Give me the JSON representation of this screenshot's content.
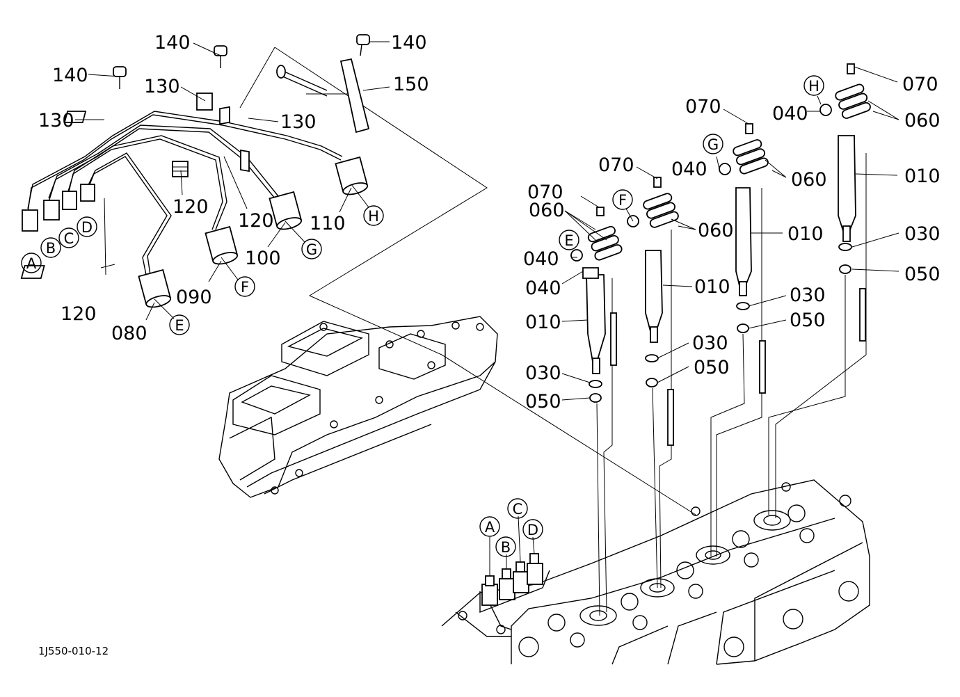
{
  "diagram": {
    "code": "1J550-010-12",
    "part_labels": [
      {
        "id": "p140a",
        "text": "140"
      },
      {
        "id": "p140b",
        "text": "140"
      },
      {
        "id": "p140c",
        "text": "140"
      },
      {
        "id": "p150",
        "text": "150"
      },
      {
        "id": "p130a",
        "text": "130"
      },
      {
        "id": "p130b",
        "text": "130"
      },
      {
        "id": "p130c",
        "text": "130"
      },
      {
        "id": "p120a",
        "text": "120"
      },
      {
        "id": "p120b",
        "text": "120"
      },
      {
        "id": "p120c",
        "text": "120"
      },
      {
        "id": "p110",
        "text": "110"
      },
      {
        "id": "p100",
        "text": "100"
      },
      {
        "id": "p090",
        "text": "090"
      },
      {
        "id": "p080",
        "text": "080"
      },
      {
        "id": "p070a",
        "text": "070"
      },
      {
        "id": "p070b",
        "text": "070"
      },
      {
        "id": "p070c",
        "text": "070"
      },
      {
        "id": "p070d",
        "text": "070"
      },
      {
        "id": "p060a",
        "text": "060"
      },
      {
        "id": "p060b",
        "text": "060"
      },
      {
        "id": "p060c",
        "text": "060"
      },
      {
        "id": "p060d",
        "text": "060"
      },
      {
        "id": "p040a",
        "text": "040"
      },
      {
        "id": "p040b",
        "text": "040"
      },
      {
        "id": "p040c",
        "text": "040"
      },
      {
        "id": "p040d",
        "text": "040"
      },
      {
        "id": "p010a",
        "text": "010"
      },
      {
        "id": "p010b",
        "text": "010"
      },
      {
        "id": "p010c",
        "text": "010"
      },
      {
        "id": "p010d",
        "text": "010"
      },
      {
        "id": "p030a",
        "text": "030"
      },
      {
        "id": "p030b",
        "text": "030"
      },
      {
        "id": "p030c",
        "text": "030"
      },
      {
        "id": "p030d",
        "text": "030"
      },
      {
        "id": "p050a",
        "text": "050"
      },
      {
        "id": "p050b",
        "text": "050"
      },
      {
        "id": "p050c",
        "text": "050"
      },
      {
        "id": "p050d",
        "text": "050"
      }
    ],
    "connection_letters": [
      {
        "id": "cA1",
        "text": "A"
      },
      {
        "id": "cB1",
        "text": "B"
      },
      {
        "id": "cC1",
        "text": "C"
      },
      {
        "id": "cD1",
        "text": "D"
      },
      {
        "id": "cE1",
        "text": "E"
      },
      {
        "id": "cF1",
        "text": "F"
      },
      {
        "id": "cG1",
        "text": "G"
      },
      {
        "id": "cH1",
        "text": "H"
      },
      {
        "id": "cE2",
        "text": "E"
      },
      {
        "id": "cF2",
        "text": "F"
      },
      {
        "id": "cG2",
        "text": "G"
      },
      {
        "id": "cH2",
        "text": "H"
      },
      {
        "id": "cA2",
        "text": "A"
      },
      {
        "id": "cB2",
        "text": "B"
      },
      {
        "id": "cC2",
        "text": "C"
      },
      {
        "id": "cD2",
        "text": "D"
      }
    ]
  }
}
